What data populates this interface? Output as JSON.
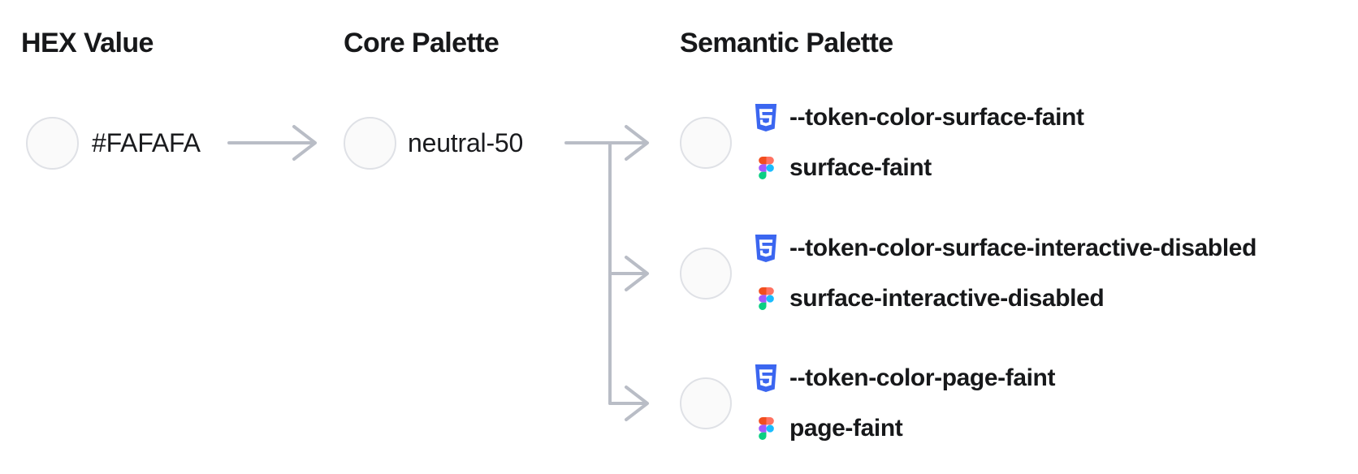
{
  "headers": {
    "hex": "HEX Value",
    "core": "Core Palette",
    "semantic": "Semantic Palette"
  },
  "hex_node": {
    "label": "#FAFAFA"
  },
  "core_node": {
    "label": "neutral-50"
  },
  "semantic": {
    "nodes": [
      {
        "css_token": "--token-color-surface-faint",
        "figma_name": "surface-faint"
      },
      {
        "css_token": "--token-color-surface-interactive-disabled",
        "figma_name": "surface-interactive-disabled"
      },
      {
        "css_token": "--token-color-page-faint",
        "figma_name": "page-faint"
      }
    ]
  },
  "icons": {
    "css_badge": "css3-shield-icon",
    "figma_badge": "figma-logo-icon"
  },
  "colors": {
    "page-bg": "#FFFFFF",
    "swatch-fill": "#FAFAFA",
    "swatch-border": "#DFE1E6",
    "connector": "#B9BDC6",
    "heading-text": "#17181A",
    "label-text": "#1A1B1E",
    "css-blue": "#3B66F0",
    "figma-orange": "#F24E1E",
    "figma-salmon": "#FF7262",
    "figma-purple": "#A259FF",
    "figma-blue": "#1ABCFE",
    "figma-green": "#0ACF83"
  }
}
